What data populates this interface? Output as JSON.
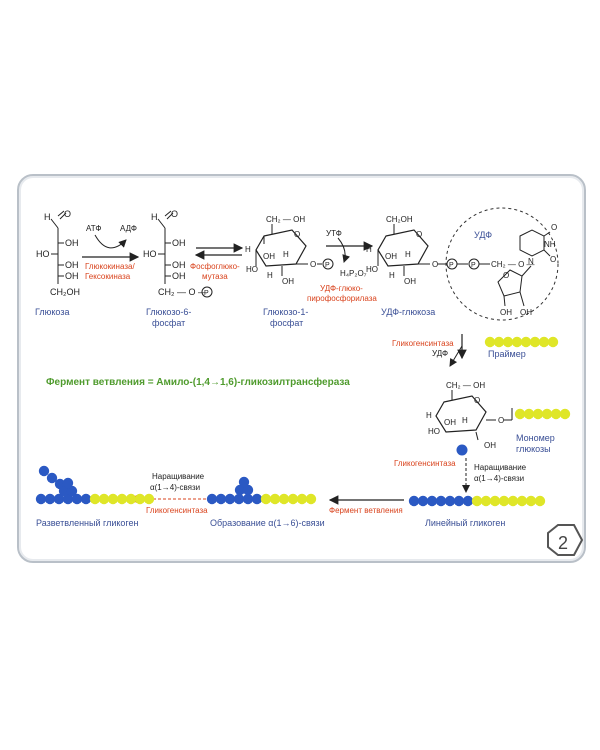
{
  "colors": {
    "blue_text": "#3a4f96",
    "red_text": "#d9431d",
    "green_text": "#4f9b2d",
    "glucose_blue": "#2b59c3",
    "primer_yellow": "#dfe628"
  },
  "compounds": {
    "glucose": "Глюкоза",
    "g6p_line1": "Глюкозо-6-",
    "g6p_line2": "фосфат",
    "g1p_line1": "Глюкозо-1-",
    "g1p_line2": "фосфат",
    "udp_glucose": "УДФ-глюкоза",
    "udp": "УДФ",
    "primer": "Праймер",
    "monomer_line1": "Мономер",
    "monomer_line2": "глюкозы",
    "linear_glycogen": "Линейный гликоген",
    "branched_glycogen": "Разветвленный гликоген"
  },
  "enzymes": {
    "glucokinase_line1": "Глюкокиназа/",
    "glucokinase_line2": "Гексокиназа",
    "phosphoglucomutase_line1": "Фосфоглюко-",
    "phosphoglucomutase_line2": "мутаза",
    "udp_ppase_line1": "УДФ-глюко-",
    "udp_ppase_line2": "пирофосфорилаза",
    "glycogen_synthase": "Гликогенсинтаза",
    "branching_enzyme": "Фермент ветвления"
  },
  "cofactors": {
    "atp": "АТФ",
    "adp": "АДФ",
    "utp": "УТФ",
    "ppi": "H₄P₂O₇",
    "udp_out": "УДФ"
  },
  "atoms": {
    "H": "H",
    "O": "O",
    "OH": "OH",
    "HO": "HO",
    "CH2OH": "CH₂OH",
    "CH2_OH": "CH₂ — OH",
    "CH2O": "CH₂ — O —",
    "P": "P",
    "N": "N",
    "NH": "NH"
  },
  "steps": {
    "elongation_line1": "Наращивание",
    "elongation_line2": "α(1→4)-связи",
    "elongation2_line1": "Наращивание",
    "elongation2_line2": "α(1→4)-связи",
    "branch_formation": "Образование α(1→6)-связи"
  },
  "headline": "Фермент ветвления = Амило-(1,4→1,6)-гликозилтрансфераза",
  "page_number": "2"
}
